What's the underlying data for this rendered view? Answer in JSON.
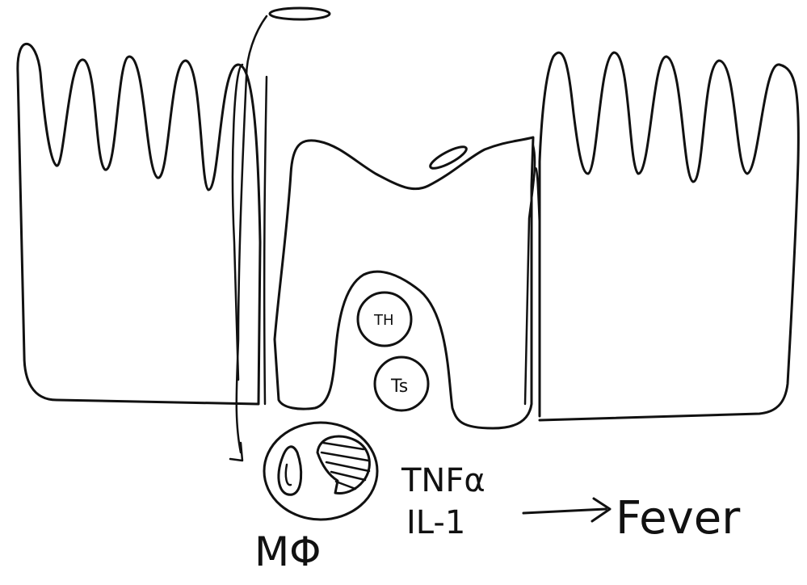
{
  "labels": {
    "th": "TH",
    "ts": "Ts",
    "cytokine_1": "TNFα",
    "cytokine_2": "IL-1",
    "outcome": "Fever",
    "macrophage": "MΦ"
  },
  "icons": {
    "arrow": "arrow-right-icon",
    "bacterium": "bacterium-icon"
  }
}
